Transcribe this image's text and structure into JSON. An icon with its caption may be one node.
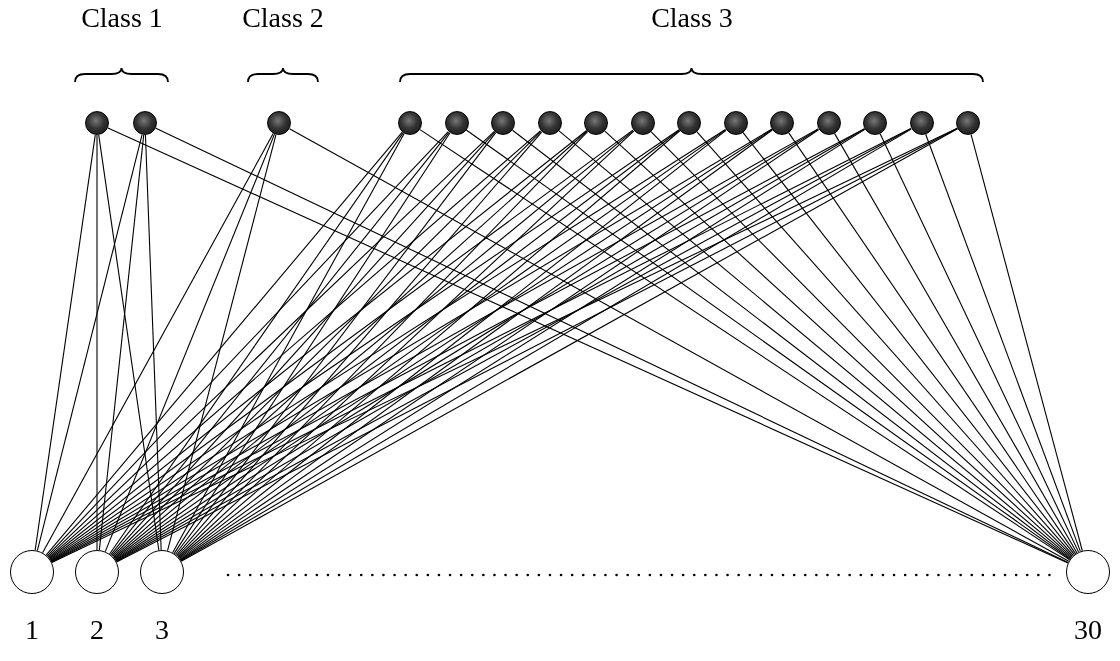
{
  "diagram": {
    "nodes": [
      {
        "text": [],
        "shape": "circle"
      },
      {
        "text": [],
        "shape": "circle"
      },
      {
        "text": [],
        "shape": "circle"
      },
      {
        "text": [],
        "shape": "circle"
      },
      {
        "text": [],
        "shape": "circle"
      },
      {
        "text": [],
        "shape": "circle"
      },
      {
        "text": [],
        "shape": "circle"
      },
      {
        "text": [],
        "shape": "circle"
      },
      {
        "text": [],
        "shape": "circle"
      },
      {
        "text": [],
        "shape": "circle"
      },
      {
        "text": [],
        "shape": "circle"
      },
      {
        "text": [],
        "shape": "circle"
      },
      {
        "text": [],
        "shape": "circle"
      },
      {
        "text": [],
        "shape": "circle"
      },
      {
        "text": [],
        "shape": "circle"
      },
      {
        "text": [],
        "shape": "circle"
      },
      {
        "text": [
          "1"
        ]
      },
      {
        "text": [
          "2"
        ]
      },
      {
        "text": [
          "3"
        ]
      },
      {
        "text": [
          "30"
        ]
      }
    ],
    "edges": [
      {
        "from": 0,
        "to": 16,
        "arrow": "none"
      },
      {
        "from": 0,
        "to": 17,
        "arrow": "none"
      },
      {
        "from": 0,
        "to": 18,
        "arrow": "none"
      },
      {
        "from": 0,
        "to": 19,
        "arrow": "none"
      },
      {
        "from": 1,
        "to": 16,
        "arrow": "none"
      },
      {
        "from": 1,
        "to": 17,
        "arrow": "none"
      },
      {
        "from": 1,
        "to": 18,
        "arrow": "none"
      },
      {
        "from": 1,
        "to": 19,
        "arrow": "none"
      },
      {
        "from": 2,
        "to": 16,
        "arrow": "none"
      },
      {
        "from": 2,
        "to": 17,
        "arrow": "none"
      },
      {
        "from": 2,
        "to": 18,
        "arrow": "none"
      },
      {
        "from": 2,
        "to": 19,
        "arrow": "none"
      },
      {
        "from": 3,
        "to": 16,
        "arrow": "none"
      },
      {
        "from": 3,
        "to": 17,
        "arrow": "none"
      },
      {
        "from": 3,
        "to": 18,
        "arrow": "none"
      },
      {
        "from": 3,
        "to": 19,
        "arrow": "none"
      },
      {
        "from": 4,
        "to": 16,
        "arrow": "none"
      },
      {
        "from": 4,
        "to": 17,
        "arrow": "none"
      },
      {
        "from": 4,
        "to": 18,
        "arrow": "none"
      },
      {
        "from": 4,
        "to": 19,
        "arrow": "none"
      },
      {
        "from": 5,
        "to": 16,
        "arrow": "none"
      },
      {
        "from": 5,
        "to": 17,
        "arrow": "none"
      },
      {
        "from": 5,
        "to": 18,
        "arrow": "none"
      },
      {
        "from": 5,
        "to": 19,
        "arrow": "none"
      },
      {
        "from": 6,
        "to": 16,
        "arrow": "none"
      },
      {
        "from": 6,
        "to": 17,
        "arrow": "none"
      },
      {
        "from": 6,
        "to": 18,
        "arrow": "none"
      },
      {
        "from": 6,
        "to": 19,
        "arrow": "none"
      },
      {
        "from": 7,
        "to": 16,
        "arrow": "none"
      },
      {
        "from": 7,
        "to": 17,
        "arrow": "none"
      },
      {
        "from": 7,
        "to": 18,
        "arrow": "none"
      },
      {
        "from": 7,
        "to": 19,
        "arrow": "none"
      },
      {
        "from": 8,
        "to": 16,
        "arrow": "none"
      },
      {
        "from": 8,
        "to": 17,
        "arrow": "none"
      },
      {
        "from": 8,
        "to": 18,
        "arrow": "none"
      },
      {
        "from": 8,
        "to": 19,
        "arrow": "none"
      },
      {
        "from": 9,
        "to": 16,
        "arrow": "none"
      },
      {
        "from": 9,
        "to": 17,
        "arrow": "none"
      },
      {
        "from": 9,
        "to": 18,
        "arrow": "none"
      },
      {
        "from": 9,
        "to": 19,
        "arrow": "none"
      },
      {
        "from": 10,
        "to": 16,
        "arrow": "none"
      },
      {
        "from": 10,
        "to": 17,
        "arrow": "none"
      },
      {
        "from": 10,
        "to": 18,
        "arrow": "none"
      },
      {
        "from": 10,
        "to": 19,
        "arrow": "none"
      },
      {
        "from": 11,
        "to": 16,
        "arrow": "none"
      },
      {
        "from": 11,
        "to": 17,
        "arrow": "none"
      },
      {
        "from": 11,
        "to": 18,
        "arrow": "none"
      },
      {
        "from": 11,
        "to": 19,
        "arrow": "none"
      },
      {
        "from": 12,
        "to": 16,
        "arrow": "none"
      },
      {
        "from": 12,
        "to": 17,
        "arrow": "none"
      },
      {
        "from": 12,
        "to": 18,
        "arrow": "none"
      },
      {
        "from": 12,
        "to": 19,
        "arrow": "none"
      },
      {
        "from": 13,
        "to": 16,
        "arrow": "none"
      },
      {
        "from": 13,
        "to": 17,
        "arrow": "none"
      },
      {
        "from": 13,
        "to": 18,
        "arrow": "none"
      },
      {
        "from": 13,
        "to": 19,
        "arrow": "none"
      },
      {
        "from": 14,
        "to": 16,
        "arrow": "none"
      },
      {
        "from": 14,
        "to": 17,
        "arrow": "none"
      },
      {
        "from": 14,
        "to": 18,
        "arrow": "none"
      },
      {
        "from": 14,
        "to": 19,
        "arrow": "none"
      },
      {
        "from": 15,
        "to": 16,
        "arrow": "none"
      },
      {
        "from": 15,
        "to": 17,
        "arrow": "none"
      },
      {
        "from": 15,
        "to": 18,
        "arrow": "none"
      },
      {
        "from": 15,
        "to": 19,
        "arrow": "none"
      }
    ],
    "labels": [
      "Class 1",
      "Class 2",
      "Class 3"
    ]
  }
}
